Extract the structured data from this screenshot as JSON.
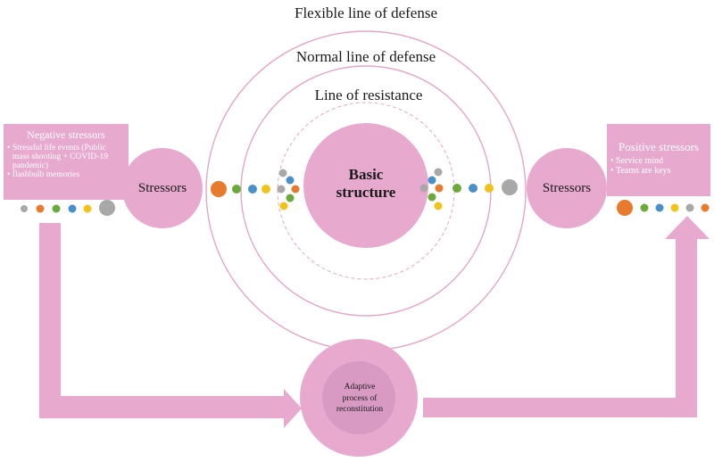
{
  "layers": {
    "flexible": "Flexible line of defense",
    "normal": "Normal line of defense",
    "resistance": "Line of resistance",
    "core": "Basic structure"
  },
  "negative": {
    "title": "Negative stressors",
    "items": [
      "Stressful life events (Public mass shooting + COVID-19 pandemic)",
      "flashbulb memories"
    ]
  },
  "positive": {
    "title": "Positive stressors",
    "items": [
      "Service mind",
      "Teams are keys"
    ]
  },
  "stressors_left": "Stressors",
  "stressors_right": "Stressors",
  "adaptive": "Adaptive process of reconstitution",
  "colors": {
    "pink_fill": "#e8a9cf",
    "pink_line": "#e4a6c7",
    "core_inner": "#d89ac3",
    "dot_gray": "#a8a8a8",
    "dot_orange": "#e87a2e",
    "dot_green": "#6aaa3c",
    "dot_blue": "#4a90c8",
    "dot_yellow": "#f0c21a"
  }
}
